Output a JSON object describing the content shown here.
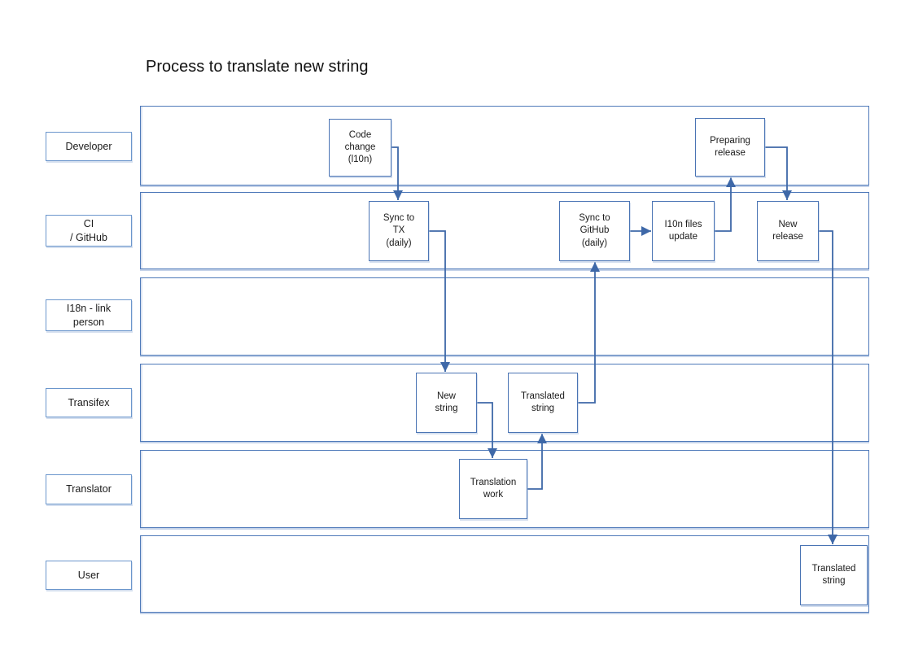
{
  "title": "Process to translate new string",
  "diagram": {
    "type": "swimlane-flowchart",
    "lanes": [
      {
        "id": "developer",
        "label": "Developer"
      },
      {
        "id": "ci-github",
        "label": "CI\n/ GitHub"
      },
      {
        "id": "i18n-link-person",
        "label": "I18n - link\nperson"
      },
      {
        "id": "transifex",
        "label": "Transifex"
      },
      {
        "id": "translator",
        "label": "Translator"
      },
      {
        "id": "user",
        "label": "User"
      }
    ],
    "nodes": [
      {
        "id": "code-change",
        "lane": "developer",
        "label": "Code\nchange\n(l10n)"
      },
      {
        "id": "preparing-release",
        "lane": "developer",
        "label": "Preparing\nrelease"
      },
      {
        "id": "sync-to-tx",
        "lane": "ci-github",
        "label": "Sync to\nTX\n(daily)"
      },
      {
        "id": "sync-to-github",
        "lane": "ci-github",
        "label": "Sync to\nGitHub\n(daily)"
      },
      {
        "id": "i10n-files-update",
        "lane": "ci-github",
        "label": "I10n files\nupdate"
      },
      {
        "id": "new-release",
        "lane": "ci-github",
        "label": "New\nrelease"
      },
      {
        "id": "new-string",
        "lane": "transifex",
        "label": "New\nstring"
      },
      {
        "id": "translated-string-transifex",
        "lane": "transifex",
        "label": "Translated\nstring"
      },
      {
        "id": "translation-work",
        "lane": "translator",
        "label": "Translation\nwork"
      },
      {
        "id": "translated-string-user",
        "lane": "user",
        "label": "Translated\nstring"
      }
    ],
    "edges": [
      {
        "from": "code-change",
        "to": "sync-to-tx"
      },
      {
        "from": "sync-to-tx",
        "to": "new-string"
      },
      {
        "from": "new-string",
        "to": "translation-work"
      },
      {
        "from": "translation-work",
        "to": "translated-string-transifex"
      },
      {
        "from": "translated-string-transifex",
        "to": "sync-to-github"
      },
      {
        "from": "sync-to-github",
        "to": "i10n-files-update"
      },
      {
        "from": "i10n-files-update",
        "to": "preparing-release"
      },
      {
        "from": "preparing-release",
        "to": "new-release"
      },
      {
        "from": "new-release",
        "to": "translated-string-user"
      }
    ],
    "colors": {
      "background": "#ffffff",
      "connector": "#3e68a8",
      "node_border": "#4a74b4",
      "lane_border": "#4e79b9",
      "text": "#1a1a1a"
    }
  }
}
